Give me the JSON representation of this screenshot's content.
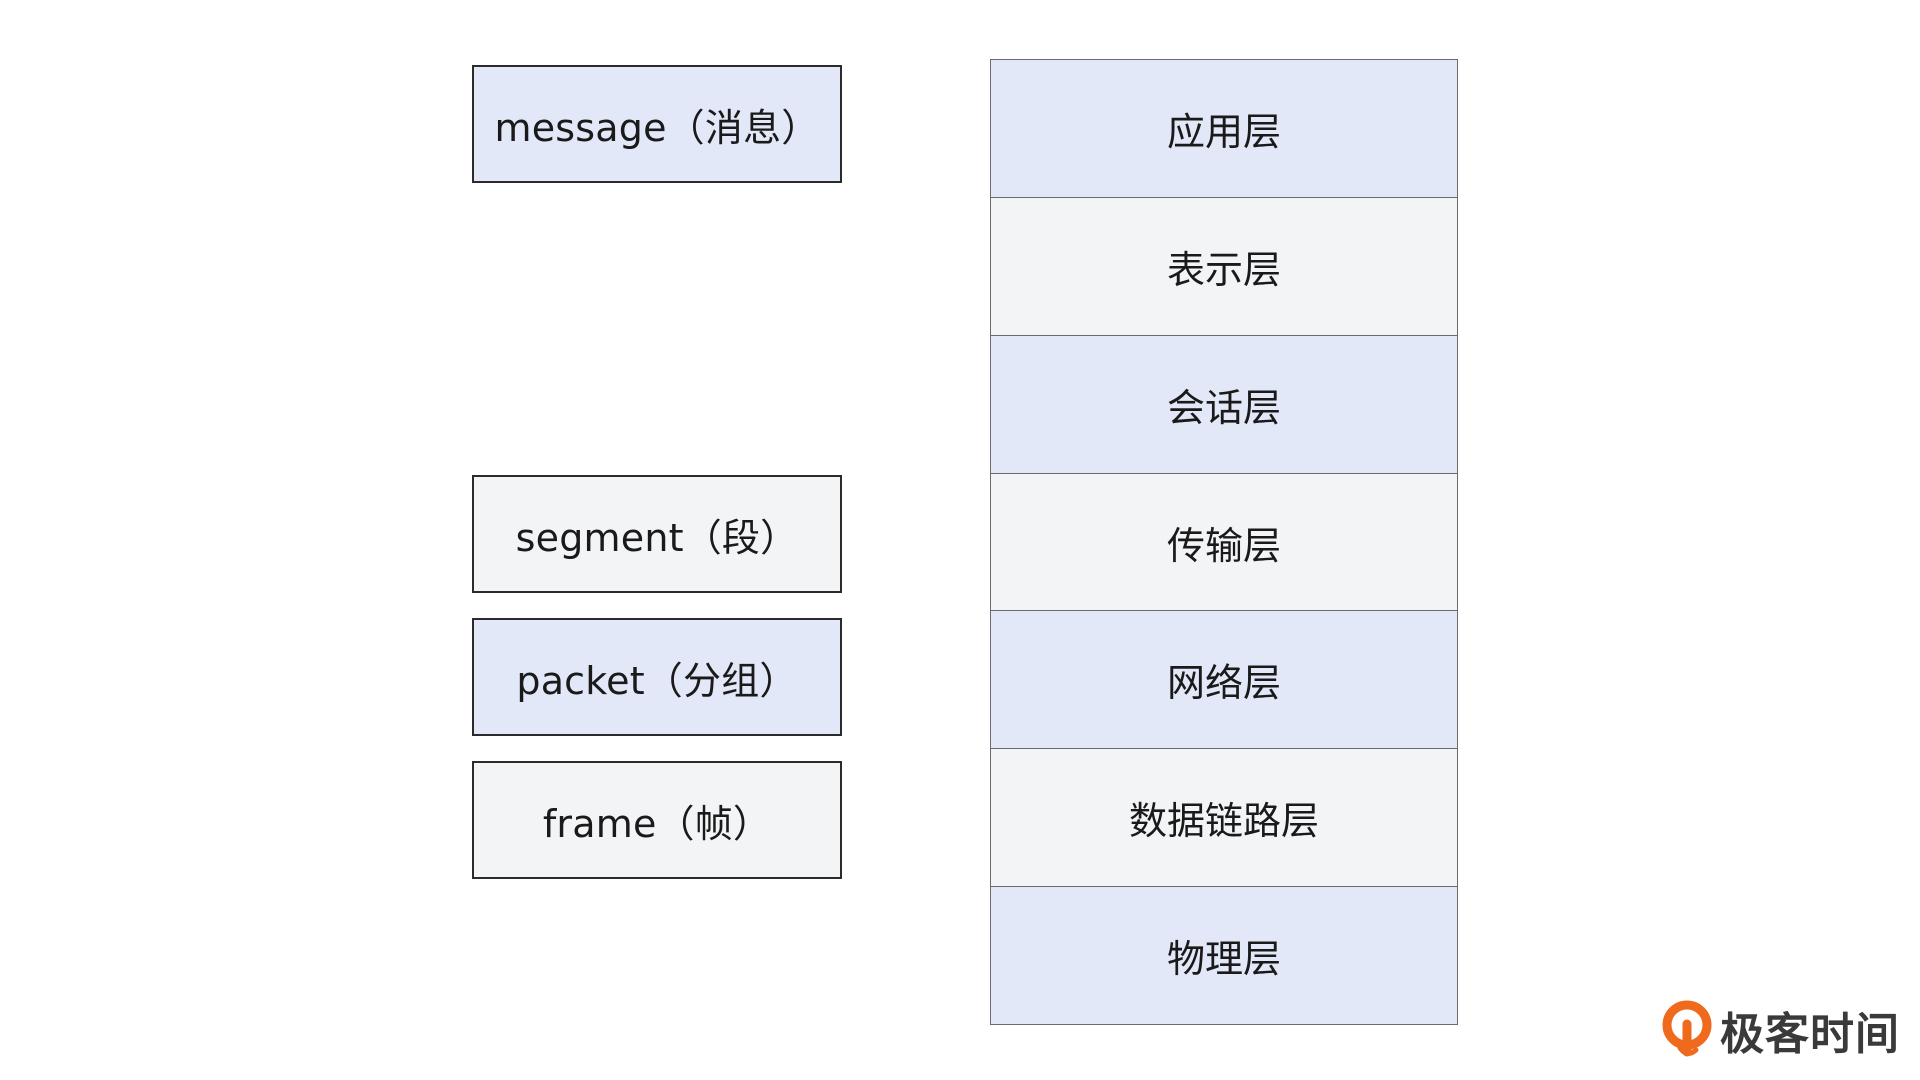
{
  "pdu_units": [
    {
      "label": "message（消息）",
      "fill": "#e3e8f8"
    },
    {
      "label": "segment（段）",
      "fill": "#f3f4f6"
    },
    {
      "label": "packet（分组）",
      "fill": "#e3e8f8"
    },
    {
      "label": "frame（帧）",
      "fill": "#f3f4f6"
    }
  ],
  "osi_layers": [
    {
      "label": "应用层",
      "fill": "#e3e8f8"
    },
    {
      "label": "表示层",
      "fill": "#f3f4f6"
    },
    {
      "label": "会话层",
      "fill": "#e3e8f8"
    },
    {
      "label": "传输层",
      "fill": "#f3f4f6"
    },
    {
      "label": "网络层",
      "fill": "#e3e8f8"
    },
    {
      "label": "数据链路层",
      "fill": "#f3f4f6"
    },
    {
      "label": "物理层",
      "fill": "#e3e8f8"
    }
  ],
  "logo": {
    "text": "极客时间",
    "icon": "geektime-logo-icon",
    "brand_color": "#f06a1e"
  }
}
